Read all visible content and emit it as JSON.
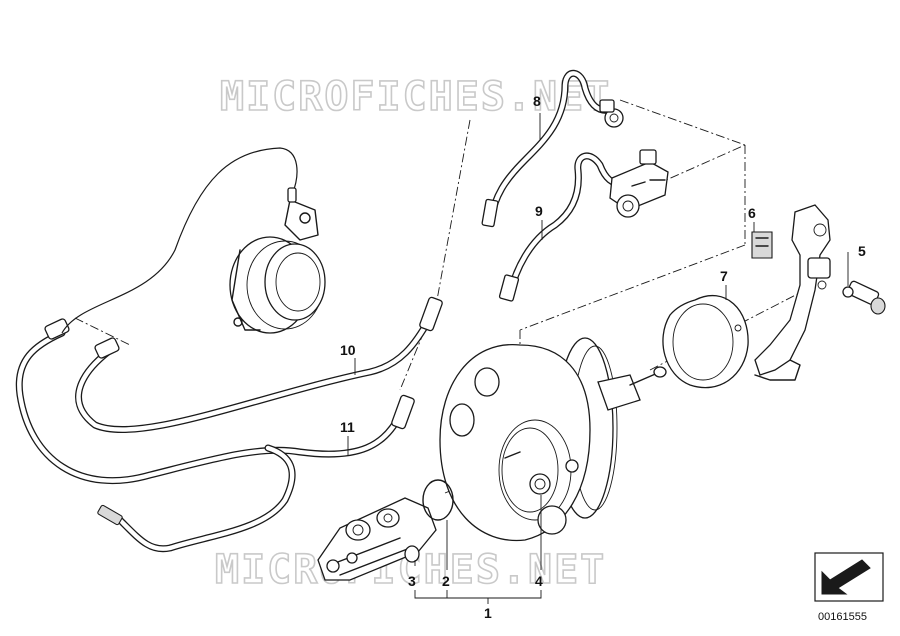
{
  "watermark": {
    "top_text": "MICROFICHES.NET",
    "bottom_text": "MICROFICHES.NET"
  },
  "callouts": {
    "c1": "1",
    "c2": "2",
    "c3": "3",
    "c4": "4",
    "c5": "5",
    "c6": "6",
    "c7": "7",
    "c8": "8",
    "c9": "9",
    "c10": "10",
    "c11": "11"
  },
  "document_number": "00161555",
  "icons": {
    "direction_marker": "direction-arrow-icon"
  },
  "colors": {
    "line": "#1a1a1a",
    "watermark": "#c9c9c9",
    "background": "#ffffff"
  }
}
